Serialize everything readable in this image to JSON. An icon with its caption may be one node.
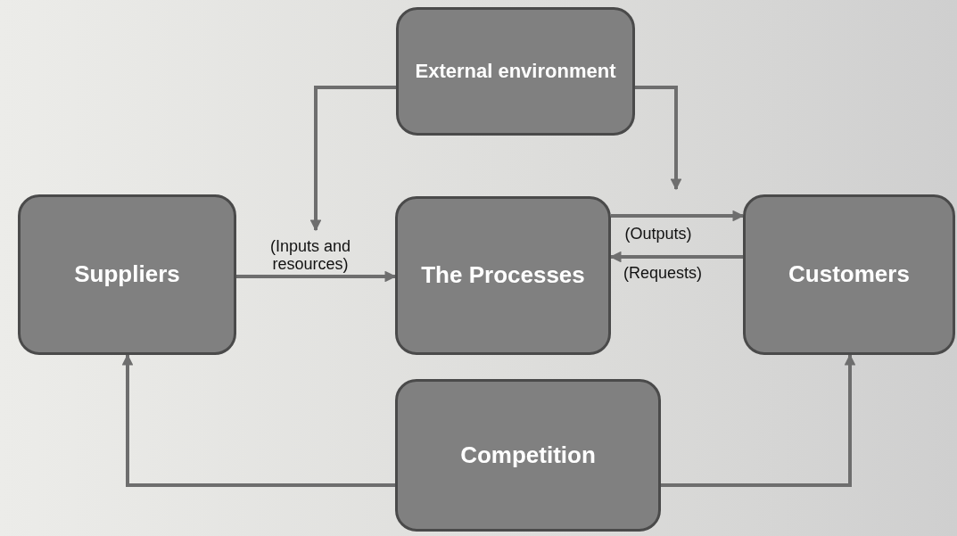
{
  "diagram": {
    "nodes": [
      {
        "text": [
          "External environment"
        ]
      },
      {
        "text": [
          "Suppliers"
        ]
      },
      {
        "text": [
          "The Processes"
        ]
      },
      {
        "text": [
          "Customers"
        ]
      },
      {
        "text": [
          "Competition"
        ]
      }
    ],
    "edges": [
      {
        "from": 0,
        "to": null,
        "arrow": "to"
      },
      {
        "from": 0,
        "to": null,
        "arrow": "to"
      },
      {
        "from": 1,
        "to": 2,
        "arrow": "to",
        "label": "(Inputs and resources)"
      },
      {
        "from": 2,
        "to": 3,
        "arrow": "to",
        "label": "(Outputs)"
      },
      {
        "from": 3,
        "to": 2,
        "arrow": "to",
        "label": "(Requests)"
      },
      {
        "from": 4,
        "to": 1,
        "arrow": "to"
      },
      {
        "from": 4,
        "to": 3,
        "arrow": "to"
      }
    ]
  }
}
